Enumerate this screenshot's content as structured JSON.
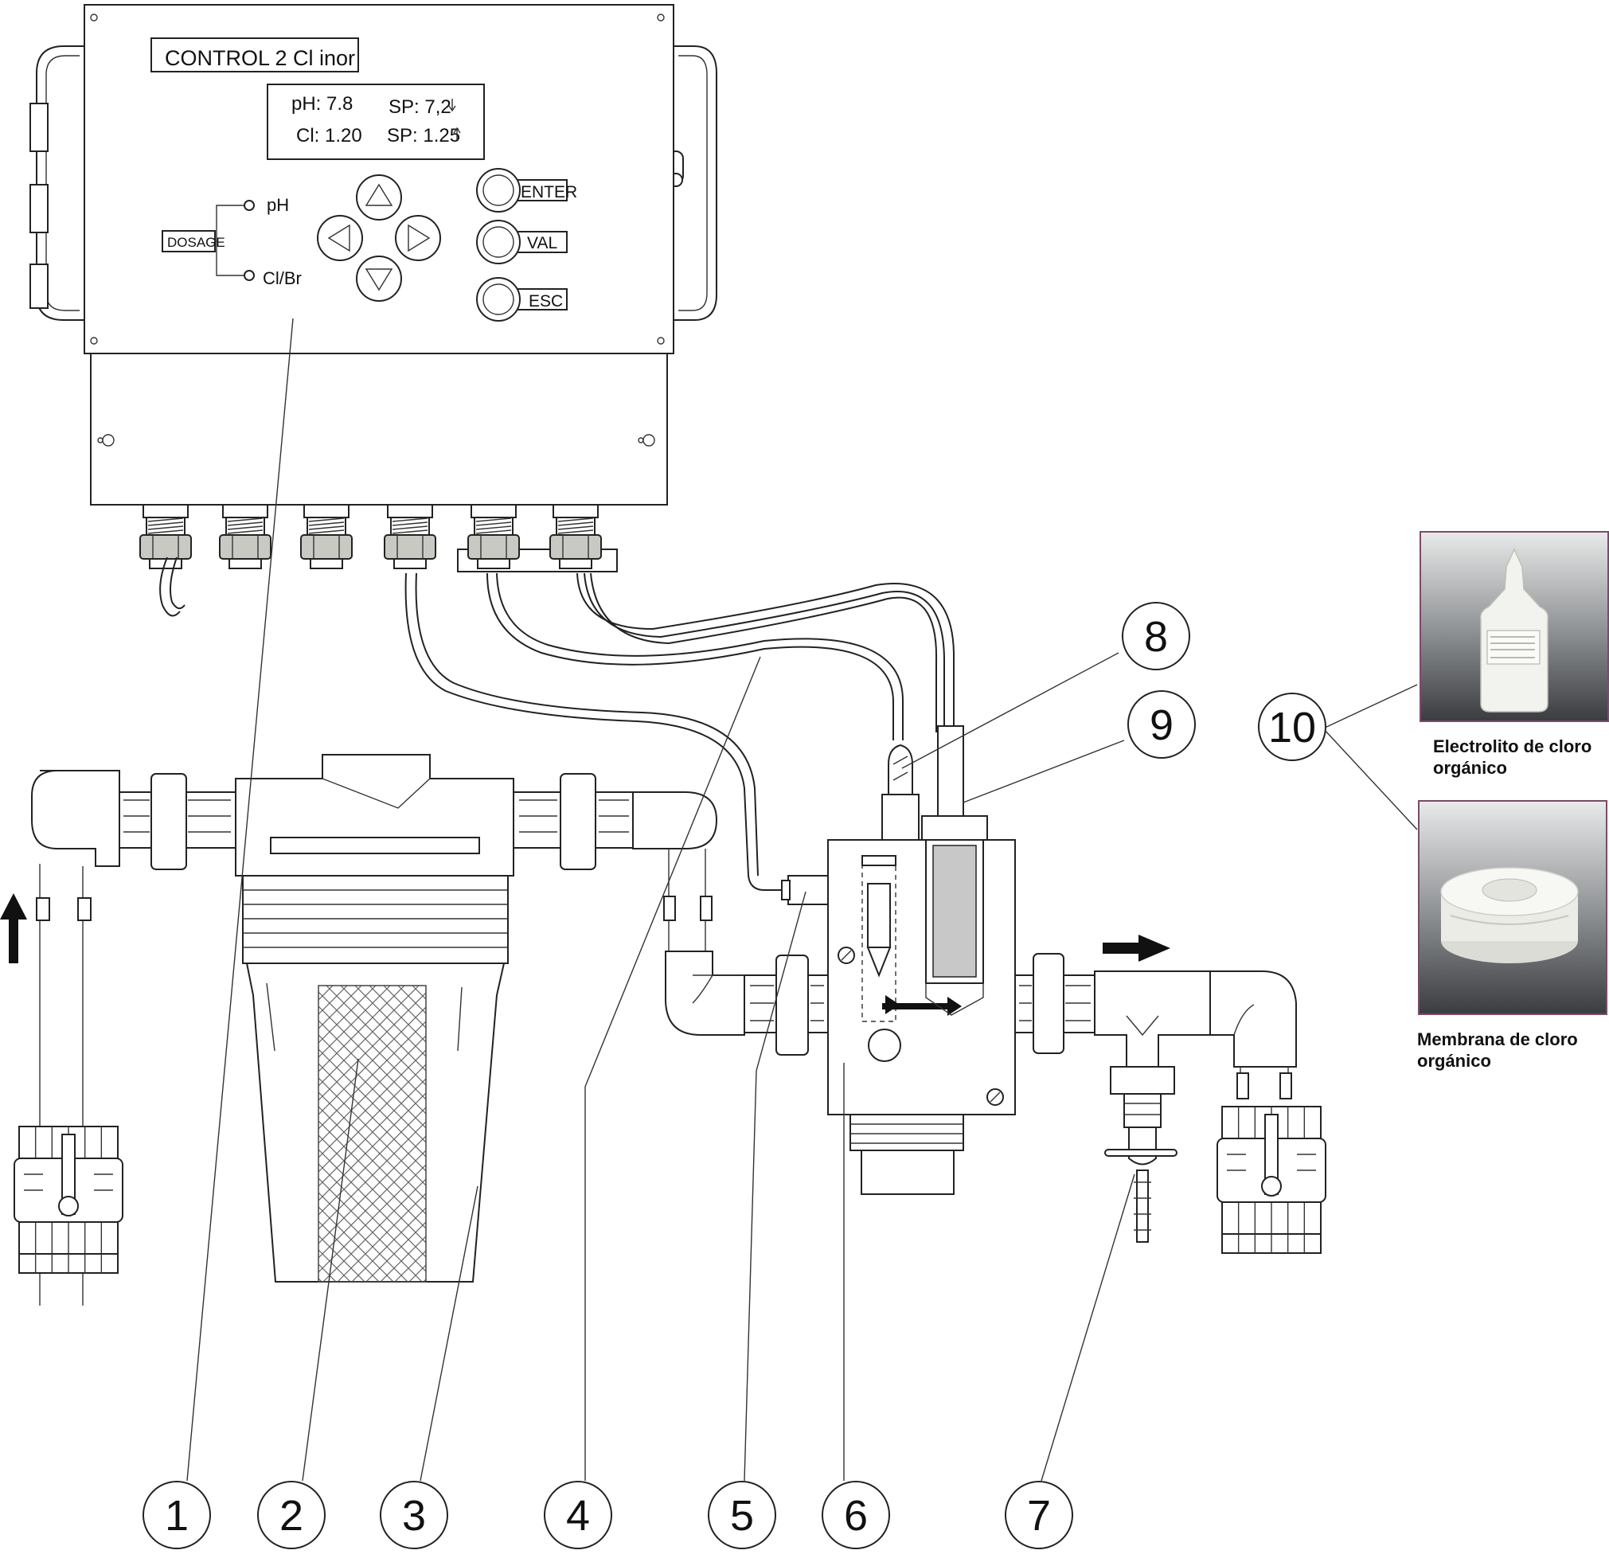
{
  "controller": {
    "title": "CONTROL 2 Cl inor",
    "display": {
      "ph_reading": "pH: 7.8",
      "ph_setpoint": "SP: 7,2",
      "cl_reading": "Cl: 1.20",
      "cl_setpoint": "SP: 1.25"
    },
    "dosage_label": "DOSAGE",
    "dosage_ph": "pH",
    "dosage_clbr": "Cl/Br",
    "buttons": {
      "enter": "ENTER",
      "val": "VAL",
      "esc": "ESC"
    }
  },
  "callouts": [
    "1",
    "2",
    "3",
    "4",
    "5",
    "6",
    "7",
    "8",
    "9",
    "10"
  ],
  "photos": {
    "electrolyte": {
      "caption_line1": "Electrolito de cloro",
      "caption_line2": "orgánico"
    },
    "membrane": {
      "caption_line1": "Membrana de cloro",
      "caption_line2": "orgánico"
    }
  },
  "colors": {
    "line": "#222222",
    "nut_gray": "#c9c9c4",
    "sensor_gray": "#c8c8c8"
  }
}
